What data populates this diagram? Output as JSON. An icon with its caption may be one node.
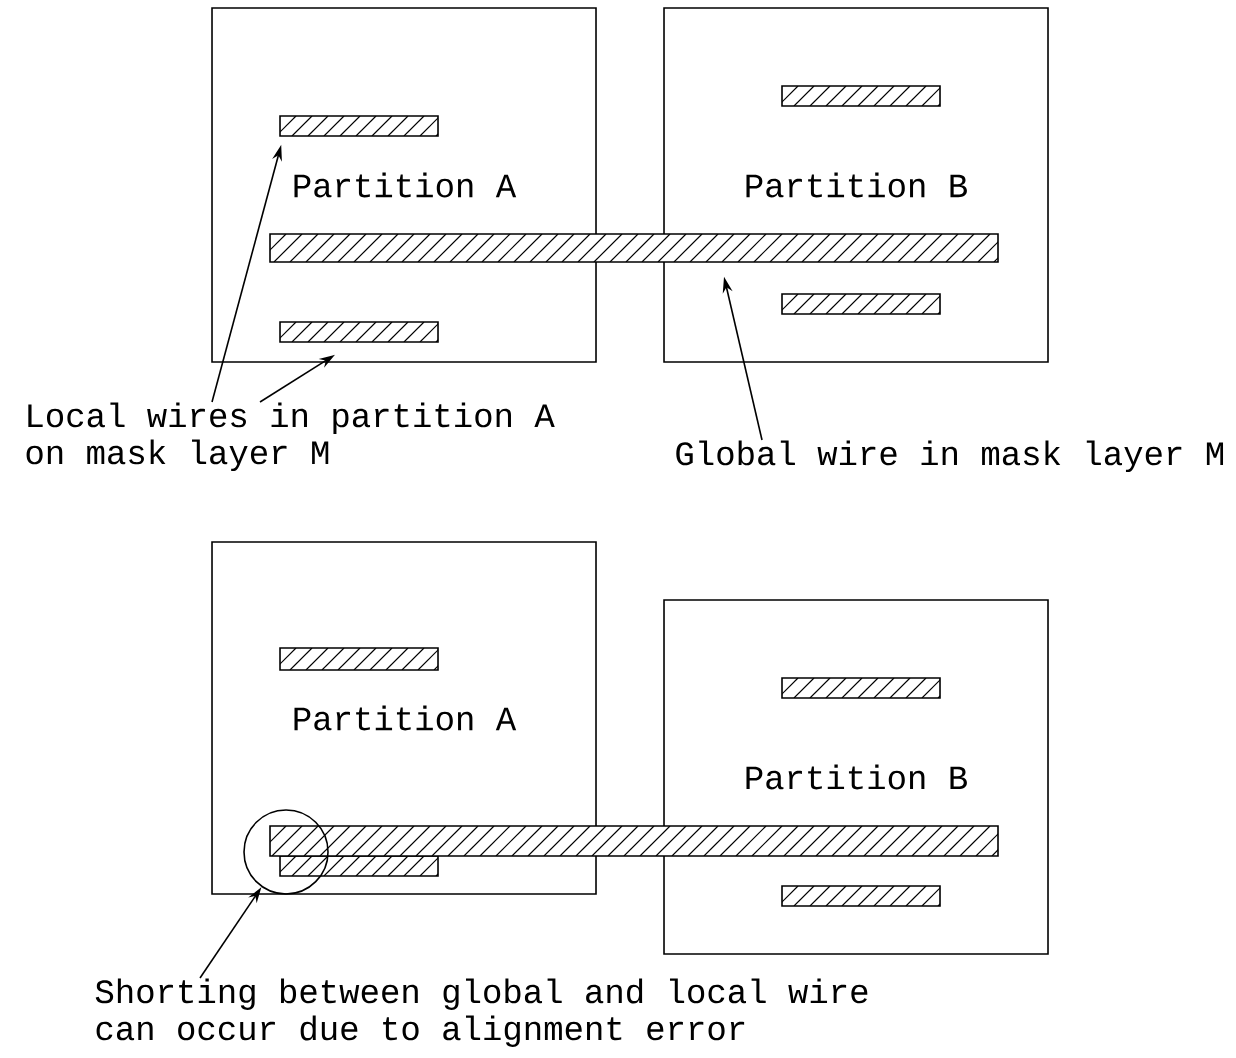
{
  "diagram": {
    "nodes": [
      {
        "text": [
          "Partition A"
        ]
      },
      {
        "text": [
          "Partition B"
        ]
      },
      {
        "text": [],
        "shape": "bar",
        "in": 0
      },
      {
        "text": [],
        "shape": "bar",
        "in": 0
      },
      {
        "text": [],
        "shape": "bar",
        "in": 1
      },
      {
        "text": [],
        "shape": "bar",
        "in": 1
      },
      {
        "text": [],
        "shape": "bar"
      },
      {
        "text": [
          "Local wires in partition A on mask layer M"
        ]
      },
      {
        "text": [
          "Global wire in mask layer M"
        ]
      },
      {
        "text": [
          "Partition A"
        ]
      },
      {
        "text": [
          "Partition B"
        ]
      },
      {
        "text": [],
        "shape": "bar",
        "in": 9
      },
      {
        "text": [],
        "shape": "bar",
        "in": 9
      },
      {
        "text": [],
        "shape": "bar",
        "in": 10
      },
      {
        "text": [],
        "shape": "bar",
        "in": 10
      },
      {
        "text": [],
        "shape": "bar"
      },
      {
        "text": [],
        "shape": "circle",
        "in": 9
      },
      {
        "text": [
          "Shorting between global and local wire can occur due to alignment error"
        ]
      }
    ],
    "edges": [
      {
        "from": 7,
        "to": 2,
        "arrow": "to"
      },
      {
        "from": 7,
        "to": 3,
        "arrow": "to"
      },
      {
        "from": 8,
        "to": 6,
        "arrow": "to"
      },
      {
        "from": 17,
        "to": 16,
        "arrow": "to"
      }
    ]
  }
}
